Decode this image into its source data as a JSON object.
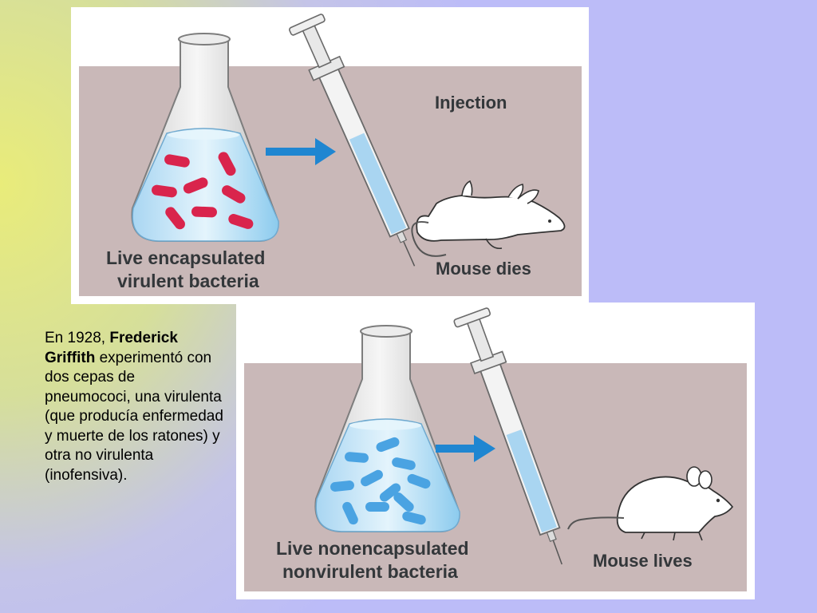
{
  "panels": {
    "top": {
      "injection_label": "Injection",
      "bacteria_label_line1": "Live encapsulated",
      "bacteria_label_line2": "virulent bacteria",
      "outcome_label": "Mouse dies",
      "bacteria_color": "#d9244c"
    },
    "bottom": {
      "bacteria_label_line1": "Live nonencapsulated",
      "bacteria_label_line2": "nonvirulent bacteria",
      "outcome_label": "Mouse lives",
      "bacteria_color": "#4aa3e2"
    }
  },
  "caption": {
    "prefix": "En 1928, ",
    "name": "Frederick Griffith",
    "rest": " experimentó con dos cepas de pneumococi, una virulenta (que producía enfermedad y muerte de los ratones) y otra no virulenta (inofensiva)."
  },
  "colors": {
    "panel_background": "#c9b8b8",
    "arrow": "#1f86d1",
    "liquid": "#c7e6f6"
  }
}
